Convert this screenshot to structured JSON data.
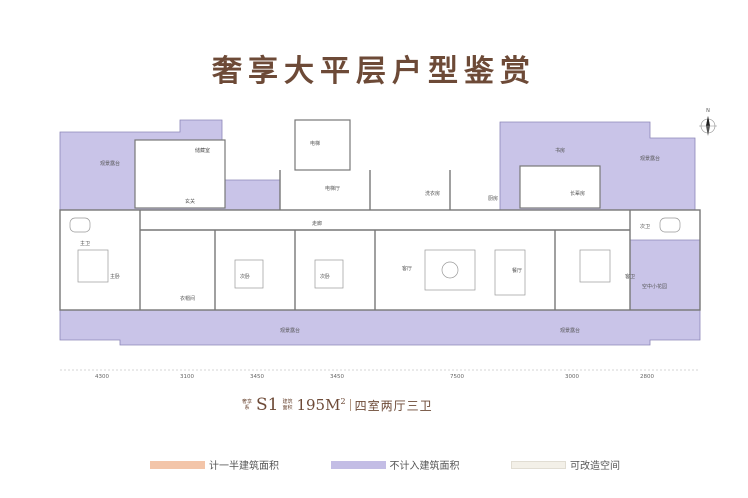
{
  "title": "奢享大平层户型鉴赏",
  "compass": {
    "label": "N",
    "icon": "compass-icon"
  },
  "colors": {
    "title": "#6d4a37",
    "half_area": "#f3c5a9",
    "not_counted_area": "#c3bde5",
    "modifiable_space": "#f3f0e8",
    "wall": "#777777"
  },
  "rooms": {
    "balcony_top_left": "观景露台",
    "balcony_top_right": "观景露台",
    "balcony_bottom_left": "观景露台",
    "balcony_bottom_right": "观景露台",
    "storage": "储藏室",
    "elevator": "电梯",
    "elevator_hall": "电梯厅",
    "entry": "玄关",
    "study": "书房",
    "bath_main": "主卫",
    "bath_second": "次卫",
    "bath_guest": "客卫",
    "master_bedroom": "主卧",
    "walk_in_closet": "衣帽间",
    "bedroom_1": "次卧",
    "bedroom_2": "次卧",
    "living_room": "客厅",
    "dining_room": "餐厅",
    "kitchen": "厨房",
    "elderly_room": "长辈房",
    "corridor": "走廊",
    "laundry": "洗衣房",
    "sky_garden": "空中小花园"
  },
  "dimensions": [
    "4300",
    "3100",
    "3450",
    "3450",
    "7500",
    "3000",
    "2800"
  ],
  "spec": {
    "series_label": "奢享系",
    "code": "S1",
    "area_label": "建筑面积",
    "area_value": "195M",
    "area_sup": "2",
    "layout": "四室两厅三卫"
  },
  "legend": [
    {
      "label": "计一半建筑面积",
      "color": "#f3c5a9"
    },
    {
      "label": "不计入建筑面积",
      "color": "#c3bde5"
    },
    {
      "label": "可改造空间",
      "color": "#f3f0e8"
    }
  ]
}
